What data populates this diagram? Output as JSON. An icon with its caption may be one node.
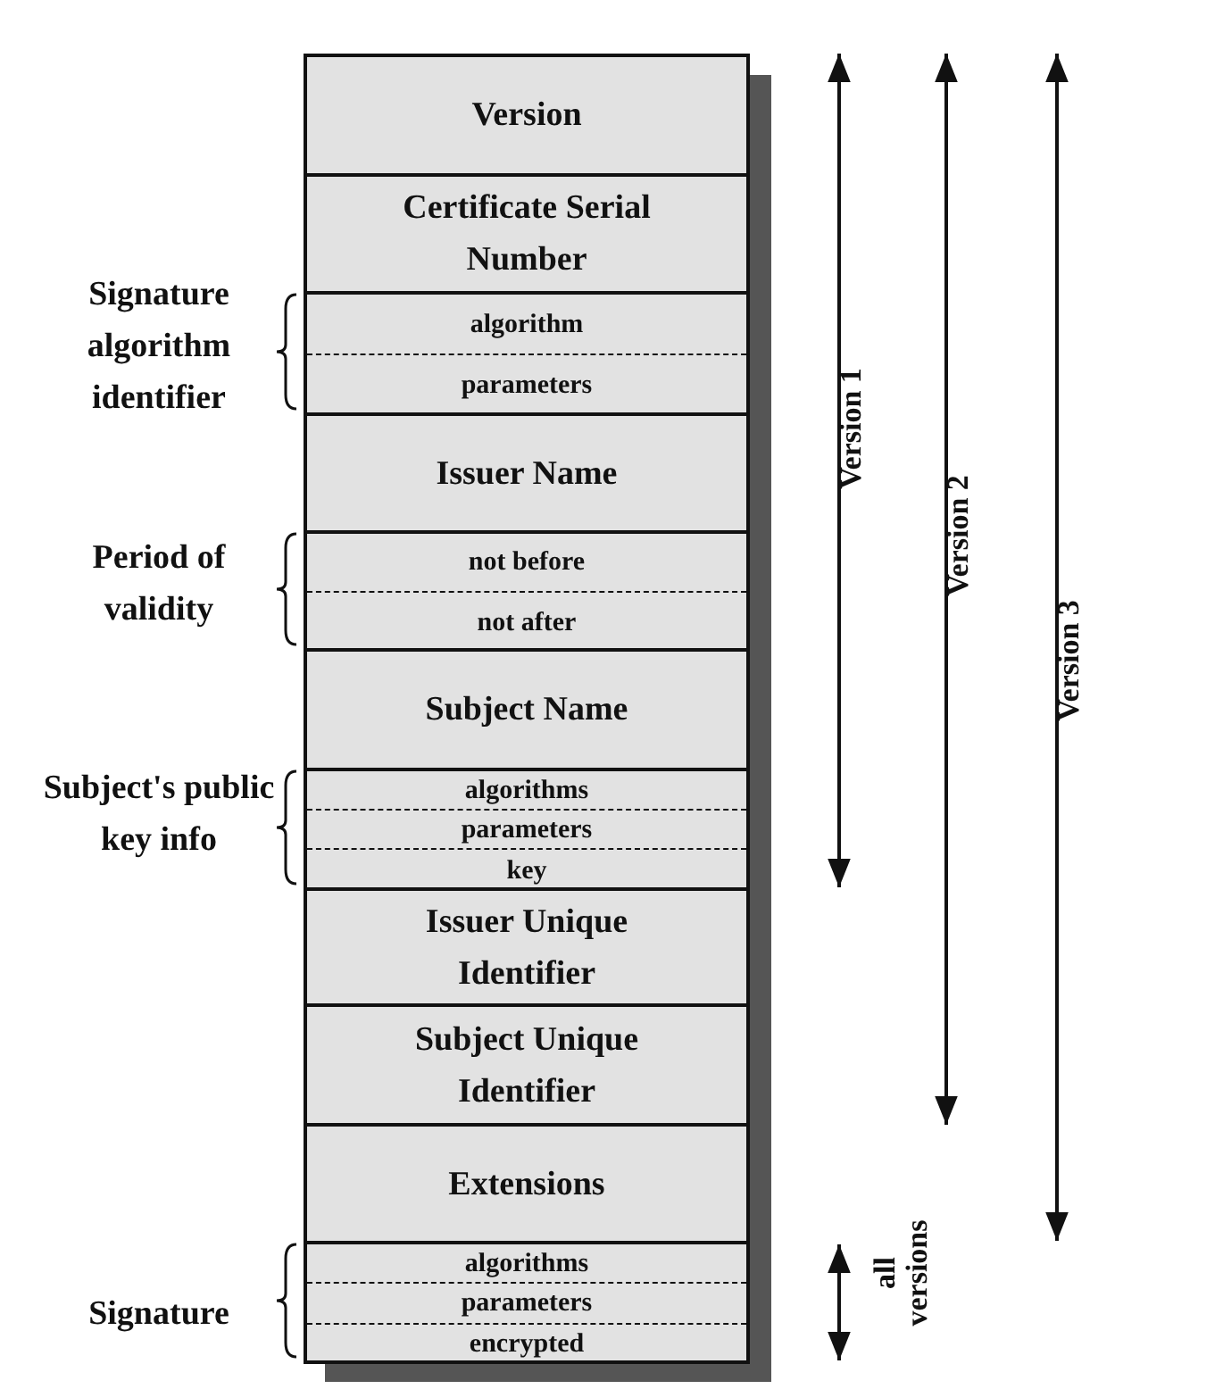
{
  "diagram": {
    "nodes": [
      {
        "text": [
          "Version"
        ]
      },
      {
        "text": [
          "Certificate Serial Number"
        ]
      },
      {
        "text": [
          "Signature algorithm identifier"
        ]
      },
      {
        "text": [
          "algorithm"
        ],
        "in": 2
      },
      {
        "text": [
          "parameters"
        ],
        "in": 2
      },
      {
        "text": [
          "Issuer Name"
        ]
      },
      {
        "text": [
          "Period of validity"
        ]
      },
      {
        "text": [
          "not before"
        ],
        "in": 6
      },
      {
        "text": [
          "not after"
        ],
        "in": 6
      },
      {
        "text": [
          "Subject Name"
        ]
      },
      {
        "text": [
          "Subject's public key info"
        ]
      },
      {
        "text": [
          "algorithms"
        ],
        "in": 10
      },
      {
        "text": [
          "parameters"
        ],
        "in": 10
      },
      {
        "text": [
          "key"
        ],
        "in": 10
      },
      {
        "text": [
          "Issuer Unique Identifier"
        ]
      },
      {
        "text": [
          "Subject Unique Identifier"
        ]
      },
      {
        "text": [
          "Extensions"
        ]
      },
      {
        "text": [
          "Signature"
        ]
      },
      {
        "text": [
          "algorithms"
        ],
        "in": 17
      },
      {
        "text": [
          "parameters"
        ],
        "in": 17
      },
      {
        "text": [
          "encrypted"
        ],
        "in": 17
      }
    ],
    "edges": [],
    "labels": [
      "Version 1",
      "Version 2",
      "Version 3",
      "all versions"
    ]
  }
}
